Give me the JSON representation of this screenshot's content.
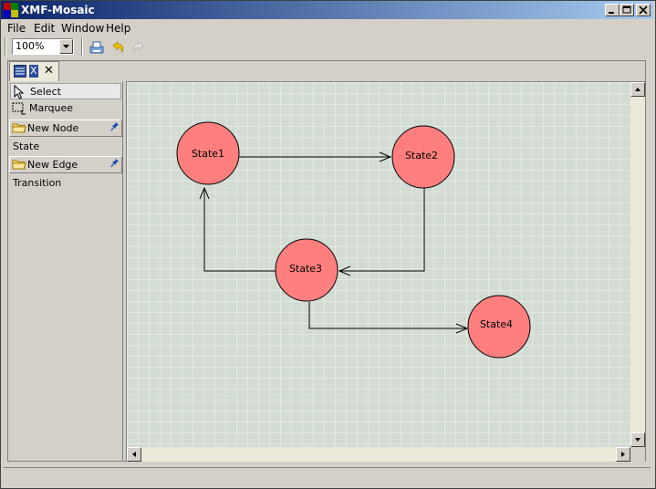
{
  "window": {
    "title": "XMF-Mosaic"
  },
  "menu": {
    "items": [
      "File",
      "Edit",
      "Window",
      "Help"
    ]
  },
  "toolbar": {
    "zoom": "100%"
  },
  "editor_tab": {
    "label": "X",
    "close": "✕"
  },
  "palette": {
    "tools": [
      {
        "label": "Select",
        "icon": "arrow-cursor-icon"
      },
      {
        "label": "Marquee",
        "icon": "marquee-icon"
      }
    ],
    "drawers": [
      {
        "label": "New Node",
        "entries": [
          "State"
        ]
      },
      {
        "label": "New Edge",
        "entries": [
          "Transition"
        ]
      }
    ]
  },
  "diagram": {
    "node_fill": "#ff7f7f",
    "nodes": [
      {
        "id": "s1",
        "label": "State1"
      },
      {
        "id": "s2",
        "label": "State2"
      },
      {
        "id": "s3",
        "label": "State3"
      },
      {
        "id": "s4",
        "label": "State4"
      }
    ],
    "edges": [
      {
        "from": "State1",
        "to": "State2"
      },
      {
        "from": "State2",
        "to": "State3"
      },
      {
        "from": "State3",
        "to": "State1"
      },
      {
        "from": "State3",
        "to": "State4"
      }
    ]
  }
}
